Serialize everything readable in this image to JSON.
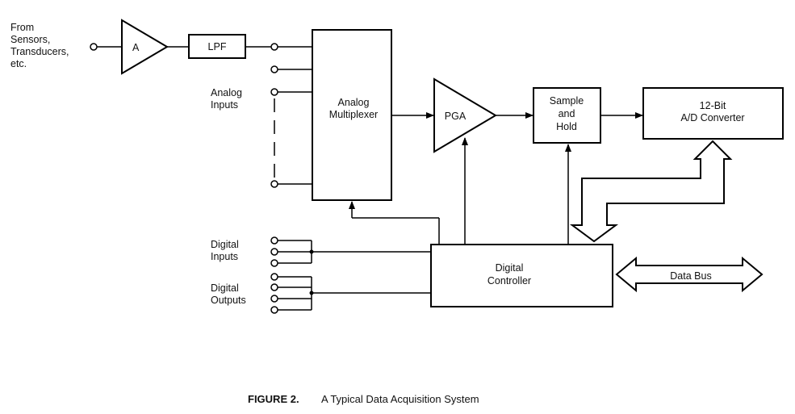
{
  "diagram": {
    "source_label": [
      "From",
      "Sensors,",
      "Transducers,",
      "etc."
    ],
    "amp_label": "A",
    "lpf_label": "LPF",
    "analog_inputs_label": [
      "Analog",
      "Inputs"
    ],
    "mux_label": [
      "Analog",
      "Multiplexer"
    ],
    "pga_label": "PGA",
    "sh_label": [
      "Sample",
      "and",
      "Hold"
    ],
    "adc_label": [
      "12-Bit",
      "A/D Converter"
    ],
    "digital_inputs_label": [
      "Digital",
      "Inputs"
    ],
    "digital_outputs_label": [
      "Digital",
      "Outputs"
    ],
    "controller_label": [
      "Digital",
      "Controller"
    ],
    "databus_label": "Data Bus"
  },
  "caption": {
    "figure": "FIGURE  2.",
    "title": "A Typical Data Acquisition System"
  }
}
